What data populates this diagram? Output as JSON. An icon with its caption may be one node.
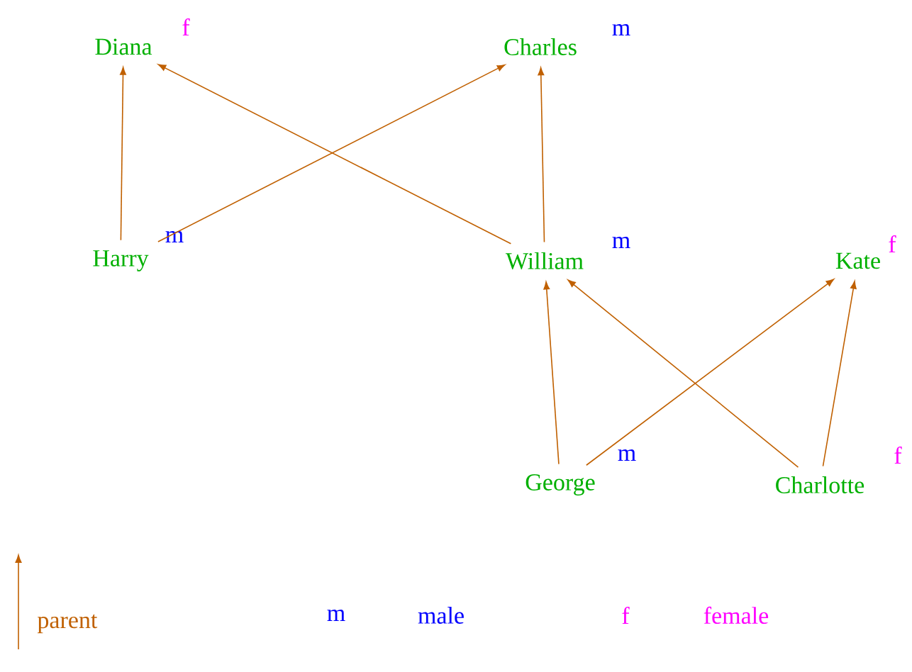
{
  "diagram": {
    "nodes": [
      {
        "text": [
          "Diana"
        ],
        "beside": [
          "f"
        ]
      },
      {
        "text": [
          "Charles"
        ],
        "beside": [
          "m"
        ]
      },
      {
        "text": [
          "Harry"
        ],
        "beside": [
          "m"
        ]
      },
      {
        "text": [
          "William"
        ],
        "beside": [
          "m"
        ]
      },
      {
        "text": [
          "Kate"
        ],
        "beside": [
          "f"
        ]
      },
      {
        "text": [
          "George"
        ],
        "beside": [
          "m"
        ]
      },
      {
        "text": [
          "Charlotte"
        ],
        "beside": [
          "f"
        ]
      }
    ],
    "edges": [
      {
        "from": 2,
        "to": 0,
        "arrow": "to"
      },
      {
        "from": 2,
        "to": 1,
        "arrow": "to"
      },
      {
        "from": 3,
        "to": 0,
        "arrow": "to"
      },
      {
        "from": 3,
        "to": 1,
        "arrow": "to"
      },
      {
        "from": 5,
        "to": 3,
        "arrow": "to"
      },
      {
        "from": 5,
        "to": 4,
        "arrow": "to"
      },
      {
        "from": 6,
        "to": 3,
        "arrow": "to"
      },
      {
        "from": 6,
        "to": 4,
        "arrow": "to"
      }
    ],
    "labels": [
      "m",
      "f"
    ],
    "legend": [
      {
        "text": "parent"
      },
      {
        "text": "male",
        "color": "#0000ff"
      },
      {
        "text": "female",
        "color": "#ff00ff"
      }
    ]
  }
}
